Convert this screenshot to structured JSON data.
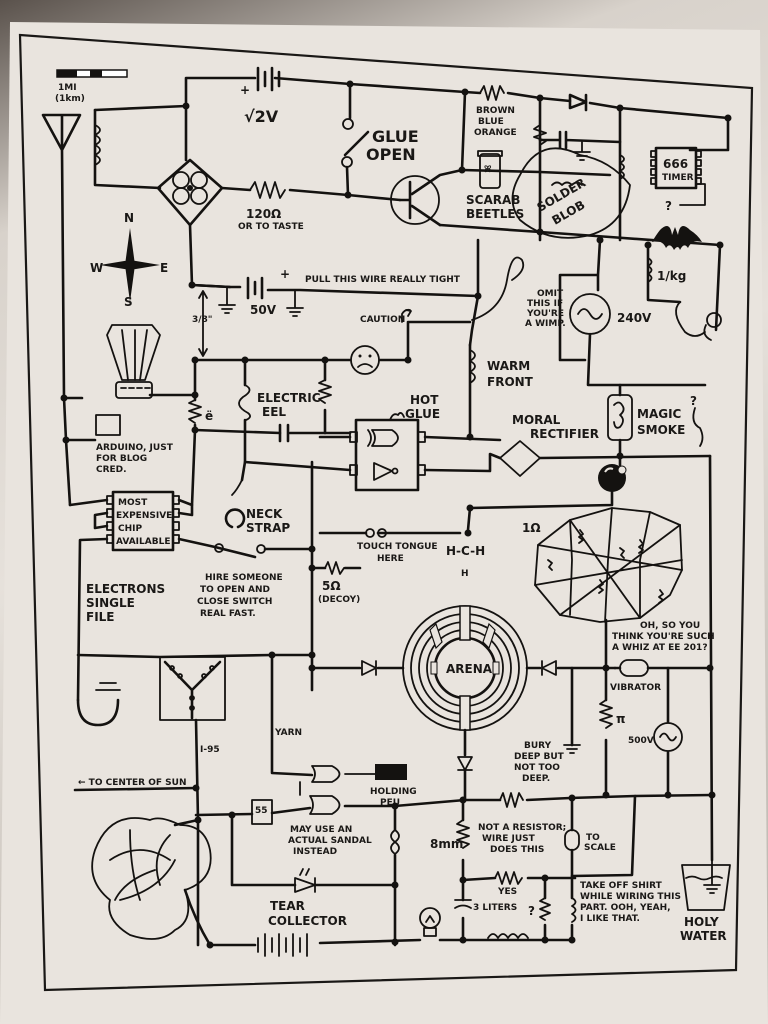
{
  "title": "Handwritten joke circuit schematic",
  "labels": {
    "scale_bar": "1MI",
    "scale_bar_sub": "(1km)",
    "battery_top": "√2V",
    "glue_open_1": "GLUE",
    "glue_open_2": "OPEN",
    "resistor_top_1": "BROWN",
    "resistor_top_2": "BLUE",
    "resistor_top_3": "ORANGE",
    "scarab_1": "SCARAB",
    "scarab_2": "BEETLES",
    "solder_1": "SOLDER",
    "solder_2": "BLOB",
    "timer_1": "666",
    "timer_2": "TIMER",
    "timer_q": "?",
    "r120": "120Ω",
    "r120_sub": "OR TO TASTE",
    "compass_n": "N",
    "compass_s": "S",
    "compass_e": "E",
    "compass_w": "W",
    "battery_50": "50V",
    "pull_wire": "PULL THIS WIRE REALLY TIGHT",
    "dim": "3/8\"",
    "caution": "CAUTION",
    "omit_1": "OMIT",
    "omit_2": "THIS IF",
    "omit_3": "YOU'RE",
    "omit_4": "A WIMP.",
    "v240": "240V",
    "inductor_kg": "1/kg",
    "warm_1": "WARM",
    "warm_2": "FRONT",
    "eel_1": "ELECTRIC",
    "eel_2": "EEL",
    "r_umlaut": "ë",
    "hot_1": "HOT",
    "hot_2": "GLUE",
    "moral_1": "MORAL",
    "moral_2": "RECTIFIER",
    "magic_1": "MAGIC",
    "magic_2": "SMOKE",
    "q_mark": "?",
    "arduino_1": "ARDUINO, JUST",
    "arduino_2": "FOR BLOG",
    "arduino_3": "CRED.",
    "chip_1": "MOST",
    "chip_2": "EXPENSIVE",
    "chip_3": "CHIP",
    "chip_4": "AVAILABLE",
    "neck_1": "NECK",
    "neck_2": "STRAP",
    "touch_1": "TOUCH TONGUE",
    "touch_2": "HERE",
    "methane": "H-C-H",
    "methane_h": "H",
    "one_ohm": "1Ω",
    "hire_1": "HIRE SOMEONE",
    "hire_2": "TO OPEN AND",
    "hire_3": "CLOSE SWITCH",
    "hire_4": "REAL FAST.",
    "electrons_1": "ELECTRONS",
    "electrons_2": "SINGLE",
    "electrons_3": "FILE",
    "r5": "5Ω",
    "r5_sub": "(DECOY)",
    "whiz_1": "OH, SO YOU",
    "whiz_2": "THINK YOU'RE SUCH",
    "whiz_3": "A WHIZ AT EE 201?",
    "arena": "ARENA",
    "vibrator": "VIBRATOR",
    "pi": "π",
    "v500": "500V",
    "bury_1": "BURY",
    "bury_2": "DEEP BUT",
    "bury_3": "NOT TOO",
    "bury_4": "DEEP.",
    "yarn": "YARN",
    "i95": "I-95",
    "sun": "← TO CENTER OF SUN",
    "holding_1": "HOLDING",
    "holding_2": "PEU",
    "speed": "55",
    "sandal_1": "MAY USE AN",
    "sandal_2": "ACTUAL SANDAL",
    "sandal_3": "INSTEAD",
    "eight_mm": "8mm",
    "notres_1": "NOT A RESISTOR;",
    "notres_2": "WIRE JUST",
    "notres_3": "DOES THIS",
    "to_scale_1": "TO",
    "to_scale_2": "SCALE",
    "yes": "YES",
    "three_l": "3 LITERS",
    "q2": "?",
    "shirt_1": "TAKE OFF SHIRT",
    "shirt_2": "WHILE WIRING THIS",
    "shirt_3": "PART. OOH, YEAH,",
    "shirt_4": "I LIKE THAT.",
    "tear_1": "TEAR",
    "tear_2": "COLLECTOR",
    "holy_1": "HOLY",
    "holy_2": "WATER"
  }
}
